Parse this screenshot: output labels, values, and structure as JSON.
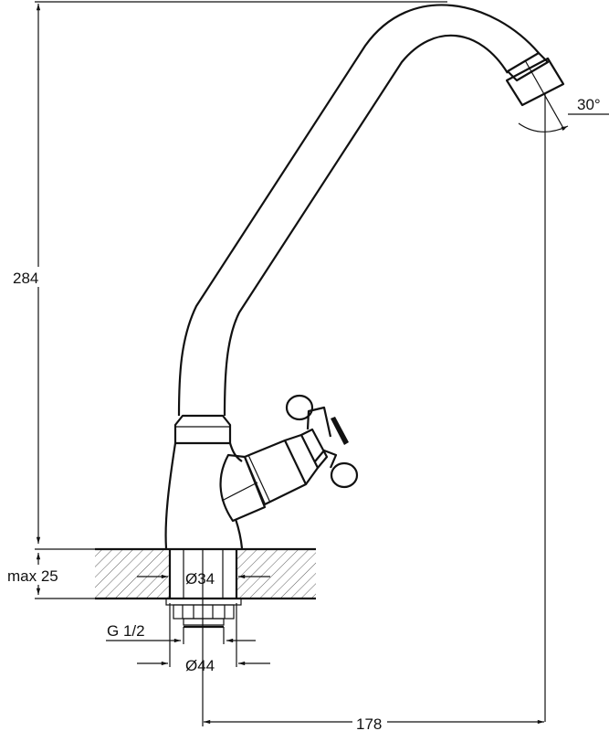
{
  "title": "Kitchen tap dimension drawing",
  "dimensions": {
    "height": "284",
    "reach": "178",
    "spout_angle": "30°",
    "max_counter_thickness": "max 25",
    "hole_diameter": "Ø34",
    "connection": "G 1/2",
    "base_diameter": "Ø44"
  }
}
